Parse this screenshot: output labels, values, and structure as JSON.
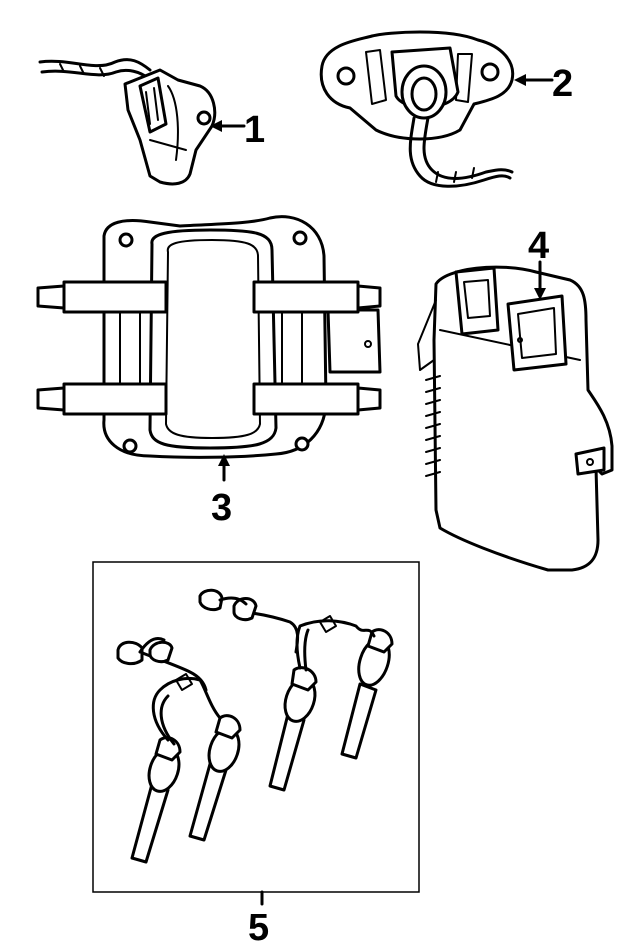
{
  "callouts": {
    "part_1": "1",
    "part_2": "2",
    "part_3": "3",
    "part_4": "4",
    "part_5": "5"
  },
  "colors": {
    "ink": "#000000",
    "paper": "#ffffff"
  },
  "parts": [
    {
      "id": "1",
      "icon": "sensor-with-pigtail-icon"
    },
    {
      "id": "2",
      "icon": "throttle-position-sensor-icon"
    },
    {
      "id": "3",
      "icon": "ignition-coil-pack-icon"
    },
    {
      "id": "4",
      "icon": "engine-control-module-icon"
    },
    {
      "id": "5",
      "icon": "spark-plug-wire-set-icon"
    }
  ]
}
